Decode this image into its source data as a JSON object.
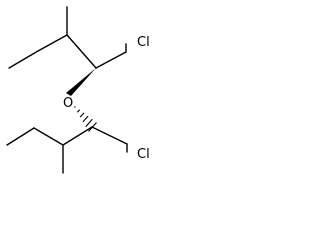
{
  "structure": {
    "atoms": {
      "oxygen": "O",
      "chlorine_top": "Cl",
      "chlorine_bottom": "Cl"
    }
  }
}
